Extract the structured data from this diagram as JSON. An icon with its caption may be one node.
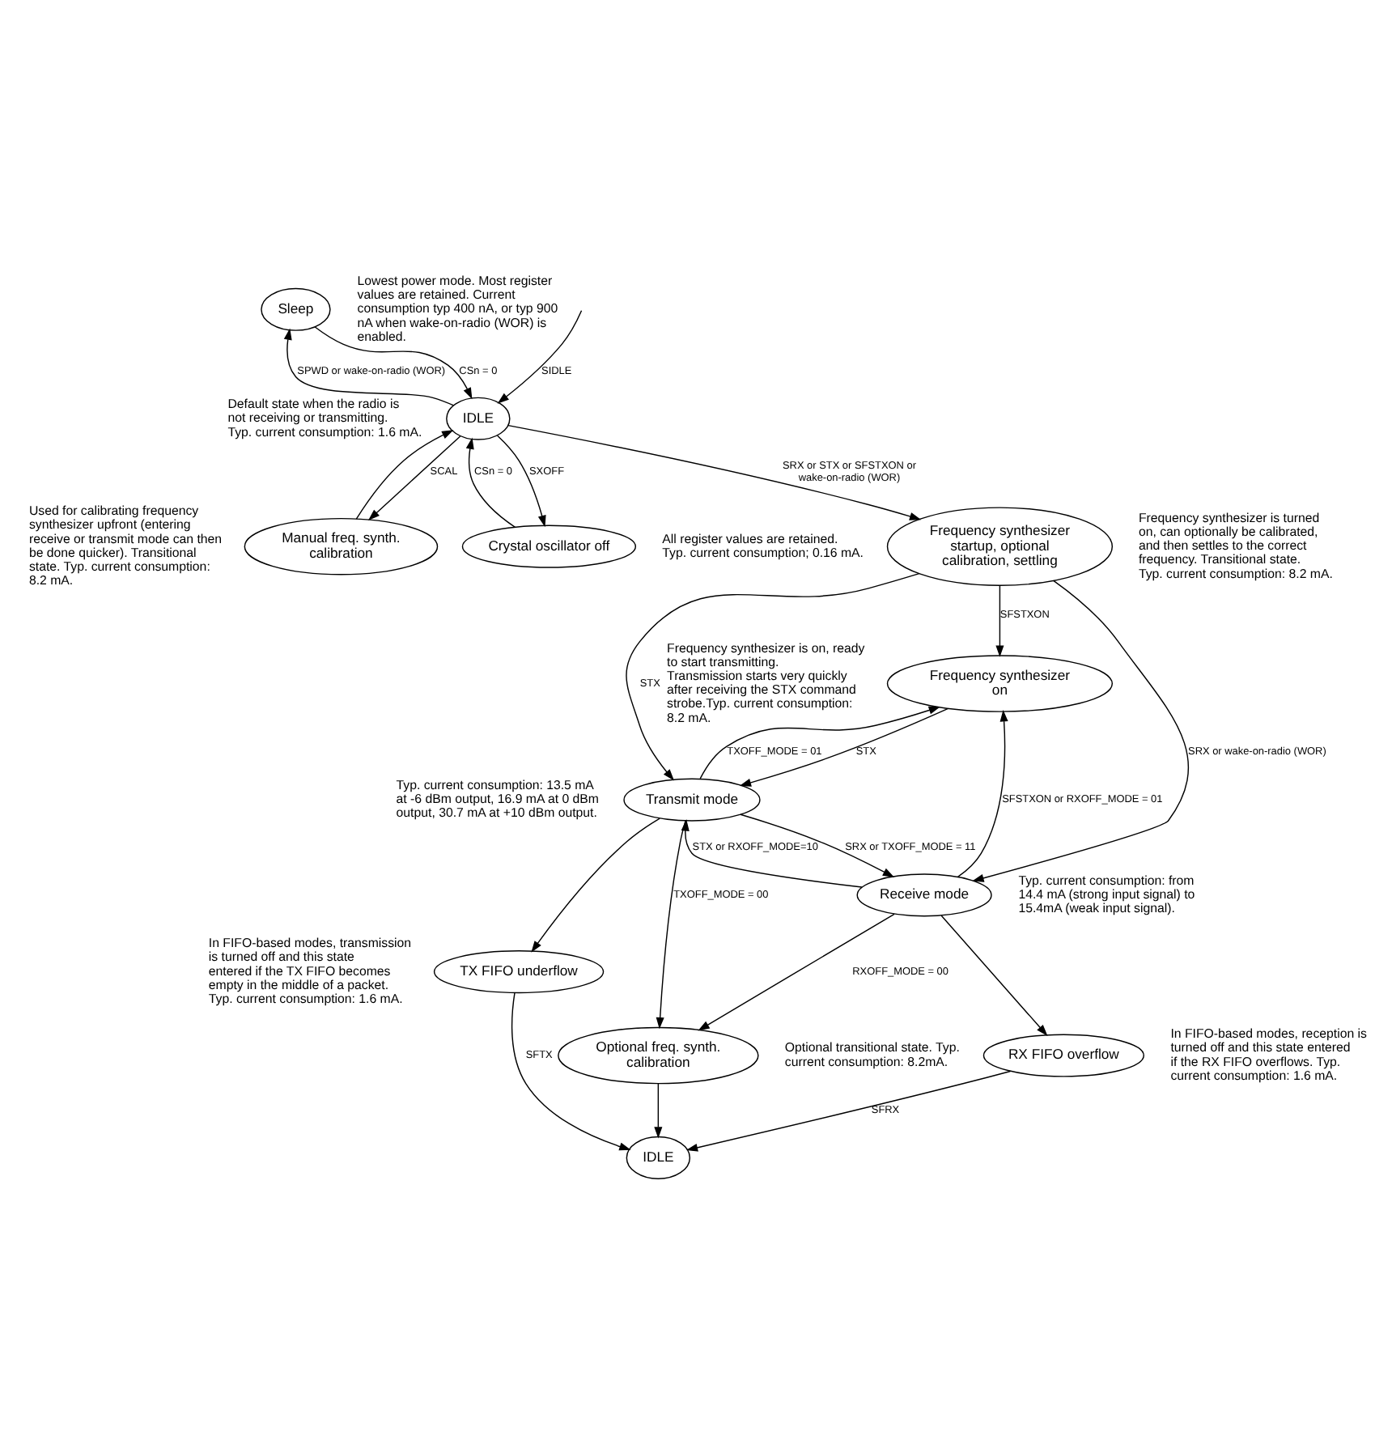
{
  "diagram": {
    "nodes": [
      {
        "text": [
          "Sleep"
        ],
        "beside": [
          "Lowest power mode. Most register values are retained. Current consumption typ 400 nA, or typ 900 nA when wake-on-radio (WOR) is enabled."
        ]
      },
      {
        "text": [
          "IDLE"
        ],
        "beside": [
          "Default state when the radio is not receiving or transmitting. Typ. current consumption: 1.6 mA."
        ]
      },
      {
        "text": [
          "Manual freq. synth. calibration"
        ],
        "beside": [
          "Used for calibrating frequency synthesizer upfront (entering receive or transmit mode can then be done quicker). Transitional state. Typ. current consumption: 8.2 mA."
        ]
      },
      {
        "text": [
          "Crystal oscillator off"
        ],
        "beside": [
          "All register values are retained. Typ. current consumption; 0.16 mA."
        ]
      },
      {
        "text": [
          "Frequency synthesizer startup, optional calibration, settling"
        ],
        "beside": [
          "Frequency synthesizer is turned on, can optionally be calibrated, and then settles to the correct frequency. Transitional state. Typ. current consumption: 8.2 mA."
        ]
      },
      {
        "text": [
          "Frequency synthesizer on"
        ],
        "beside": [
          "Frequency synthesizer is on, ready to start transmitting. Transmission starts very quickly after receiving the STX command strobe.Typ. current consumption: 8.2 mA."
        ]
      },
      {
        "text": [
          "Transmit mode"
        ],
        "beside": [
          "Typ. current consumption: 13.5 mA at -6 dBm output, 16.9 mA at 0 dBm output, 30.7 mA at +10 dBm output."
        ]
      },
      {
        "text": [
          "Receive mode"
        ],
        "beside": [
          "Typ. current consumption: from 14.4 mA (strong input signal) to 15.4mA (weak input signal)."
        ]
      },
      {
        "text": [
          "TX FIFO underflow"
        ],
        "beside": [
          "In FIFO-based modes, transmission is turned off and this state entered if the TX FIFO becomes empty in the middle of a packet. Typ. current consumption: 1.6 mA."
        ]
      },
      {
        "text": [
          "Optional freq. synth. calibration"
        ],
        "beside": [
          "Optional transitional state. Typ. current consumption: 8.2mA."
        ]
      },
      {
        "text": [
          "RX FIFO overflow"
        ],
        "beside": [
          "In FIFO-based modes, reception is turned off and this state entered if the RX FIFO overflows. Typ. current consumption: 1.6 mA."
        ]
      },
      {
        "text": [
          "IDLE"
        ]
      }
    ],
    "edges": [
      {
        "from": null,
        "to": 1,
        "arrow": "to",
        "label": "SIDLE"
      },
      {
        "from": 1,
        "to": 0,
        "arrow": "to",
        "label": "SPWD or wake-on-radio (WOR)"
      },
      {
        "from": 0,
        "to": 1,
        "arrow": "to",
        "label": "CSn = 0"
      },
      {
        "from": 1,
        "to": 3,
        "arrow": "to",
        "label": "SXOFF"
      },
      {
        "from": 3,
        "to": 1,
        "arrow": "to",
        "label": "CSn = 0"
      },
      {
        "from": 1,
        "to": 2,
        "arrow": "to",
        "label": "SCAL"
      },
      {
        "from": 2,
        "to": 1,
        "arrow": "to"
      },
      {
        "from": 1,
        "to": 4,
        "arrow": "to",
        "label": "SRX or STX or SFSTXON or wake-on-radio (WOR)"
      },
      {
        "from": 4,
        "to": 5,
        "arrow": "to",
        "label": "SFSTXON"
      },
      {
        "from": 4,
        "to": 6,
        "arrow": "to",
        "label": "STX"
      },
      {
        "from": 4,
        "to": 7,
        "arrow": "to",
        "label": "SRX or wake-on-radio (WOR)"
      },
      {
        "from": 5,
        "to": 6,
        "arrow": "to",
        "label": "STX"
      },
      {
        "from": 6,
        "to": 5,
        "arrow": "to",
        "label": "TXOFF_MODE = 01"
      },
      {
        "from": 7,
        "to": 5,
        "arrow": "to",
        "label": "SFSTXON or RXOFF_MODE = 01"
      },
      {
        "from": 7,
        "to": 6,
        "arrow": "to",
        "label": "STX or RXOFF_MODE=10"
      },
      {
        "from": 6,
        "to": 7,
        "arrow": "to",
        "label": "SRX or TXOFF_MODE = 11"
      },
      {
        "from": 6,
        "to": 8,
        "arrow": "to"
      },
      {
        "from": 6,
        "to": 9,
        "arrow": "to",
        "label": "TXOFF_MODE = 00"
      },
      {
        "from": 7,
        "to": 9,
        "arrow": "to",
        "label": "RXOFF_MODE = 00"
      },
      {
        "from": 7,
        "to": 10,
        "arrow": "to"
      },
      {
        "from": 8,
        "to": 11,
        "arrow": "to",
        "label": "SFTX"
      },
      {
        "from": 9,
        "to": 11,
        "arrow": "to"
      },
      {
        "from": 10,
        "to": 11,
        "arrow": "to",
        "label": "SFRX"
      }
    ]
  }
}
